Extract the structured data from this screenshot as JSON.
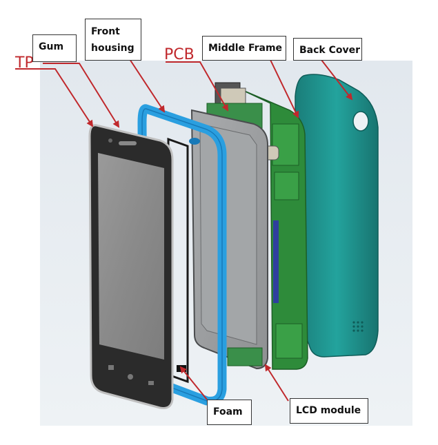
{
  "labels": {
    "tp": "TP",
    "gum": "Gum",
    "front_housing_line1": "Front",
    "front_housing_line2": "housing",
    "pcb": "PCB",
    "middle_frame": "Middle Frame",
    "back_cover": "Back Cover",
    "foam": "Foam",
    "lcd_module": "LCD module"
  },
  "colors": {
    "label_red": "#c0282c",
    "arrow_red": "#c0282c",
    "background_panel": "#e8edf1",
    "front_housing_blue": "#2a9fe0",
    "pcb_green": "#2e8b3a",
    "back_cover_teal": "#1e8f8a",
    "glass_dark": "#3a3a3a"
  }
}
